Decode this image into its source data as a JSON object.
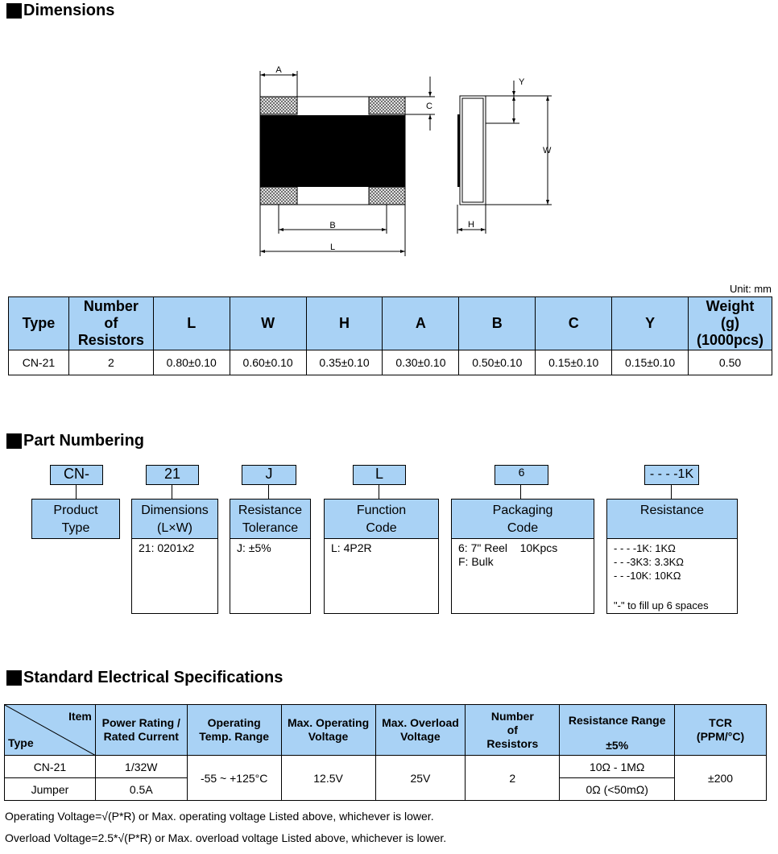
{
  "sections": {
    "dimensions": "Dimensions",
    "part_numbering": "Part Numbering",
    "electrical": "Standard Electrical Specifications"
  },
  "drawing": {
    "labels": {
      "A": "A",
      "B": "B",
      "L": "L",
      "C": "C",
      "Y": "Y",
      "W": "W",
      "H": "H"
    }
  },
  "dim_table": {
    "unit": "Unit: mm",
    "headers": [
      "Type",
      "Number of Resistors",
      "L",
      "W",
      "H",
      "A",
      "B",
      "C",
      "Y",
      "Weight (g) (1000pcs)"
    ],
    "row": [
      "CN-21",
      "2",
      "0.80±0.10",
      "0.60±0.10",
      "0.35±0.10",
      "0.30±0.10",
      "0.50±0.10",
      "0.15±0.10",
      "0.15±0.10",
      "0.50"
    ]
  },
  "part_numbering": {
    "codes": [
      "CN-",
      "21",
      "J",
      "L",
      "6",
      "- - - -1K"
    ],
    "categories": [
      {
        "title": "Product\nType",
        "body": ""
      },
      {
        "title": "Dimensions\n(L×W)",
        "body": "21: 0201x2"
      },
      {
        "title": "Resistance\nTolerance",
        "body": "J: ±5%"
      },
      {
        "title": "Function\nCode",
        "body": "L: 4P2R"
      },
      {
        "title": "Packaging\nCode",
        "body": "6: 7\" Reel    10Kpcs\nF: Bulk"
      },
      {
        "title": "Resistance",
        "body": "- - - -1K: 1KΩ\n- - -3K3: 3.3KΩ\n- - -10K: 10KΩ"
      }
    ],
    "resistance_note": "\"-\" to fill up 6 spaces"
  },
  "spec_table": {
    "corner_item": "Item",
    "corner_type": "Type",
    "headers": [
      "Power Rating / Rated Current",
      "Operating Temp. Range",
      "Max. Operating Voltage",
      "Max. Overload Voltage",
      "Number of Resistors",
      "Resistance Range",
      "TCR (PPM/°C)"
    ],
    "resistance_sub": "±5%",
    "rows": [
      {
        "type": "CN-21",
        "power": "1/32W",
        "resistance": "10Ω - 1MΩ"
      },
      {
        "type": "Jumper",
        "power": "0.5A",
        "resistance": "0Ω (<50mΩ)"
      }
    ],
    "merged": {
      "temp": "-55 ~ +125°C",
      "op_voltage": "12.5V",
      "ov_voltage": "25V",
      "resistors": "2",
      "tcr": "±200"
    }
  },
  "notes": [
    "Operating Voltage=√(P*R) or Max. operating voltage Listed above, whichever is lower.",
    "Overload Voltage=2.5*√(P*R) or Max. overload voltage Listed above, whichever is lower."
  ]
}
